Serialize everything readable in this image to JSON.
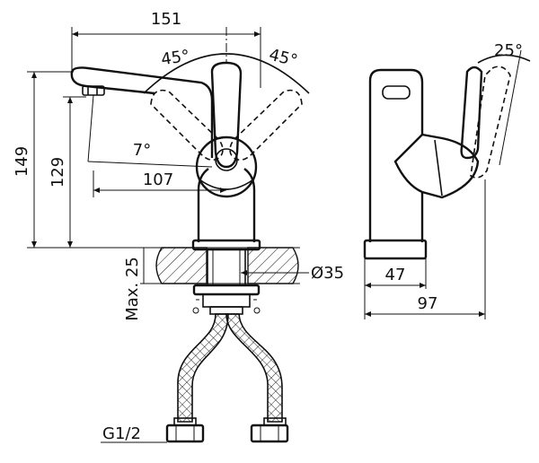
{
  "drawing": {
    "dimensions": {
      "overall_length": "151",
      "angle_left": "45°",
      "angle_right": "45°",
      "angle_side": "25°",
      "spout_tilt": "7°",
      "total_height": "149",
      "spout_height": "129",
      "spout_reach": "107",
      "deck_thickness": "Max. 25",
      "hole_diameter": "Ø35",
      "body_depth": "47",
      "overall_depth": "97",
      "thread": "G1/2"
    }
  }
}
